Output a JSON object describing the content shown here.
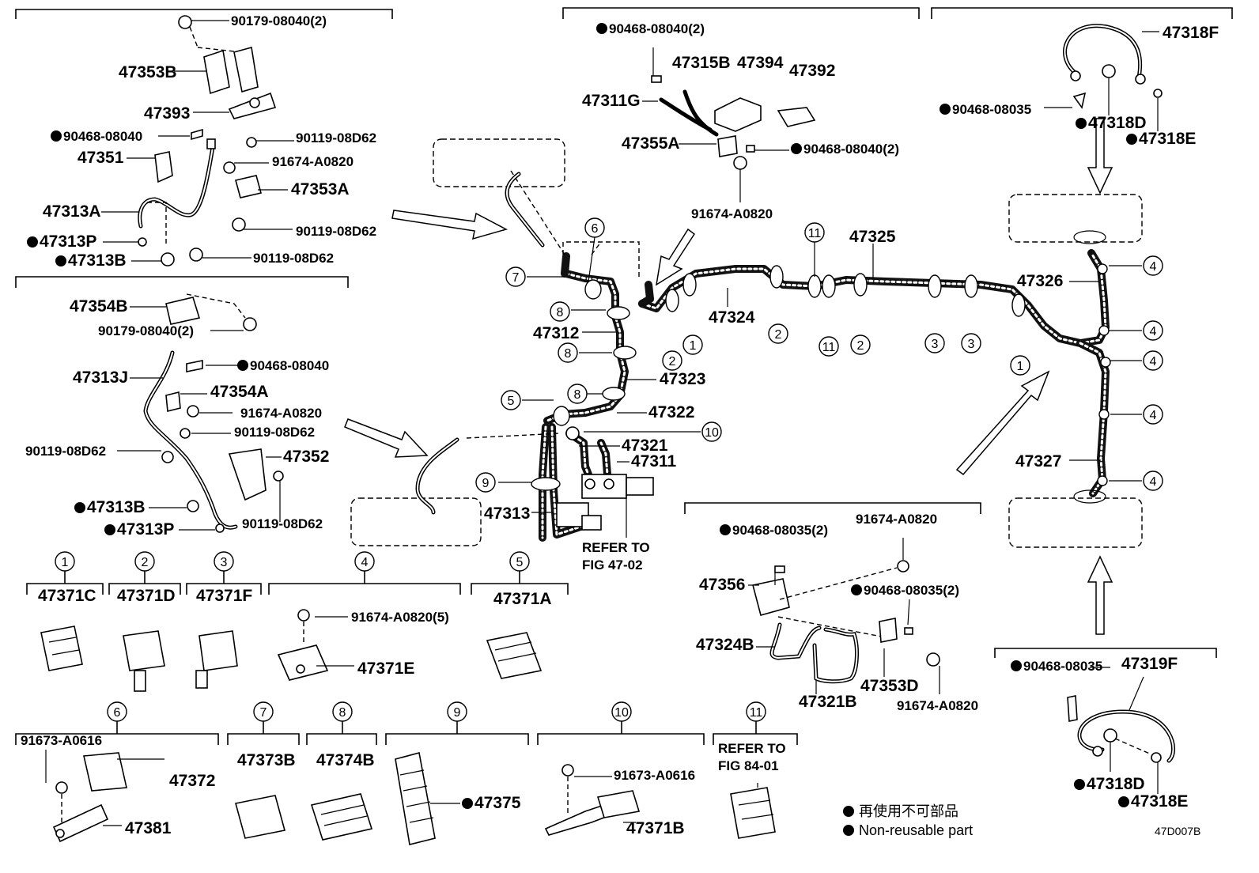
{
  "diagram_id": "47D007B",
  "legend": {
    "jp": "再使用不可部品",
    "en": "Non-reusable part"
  },
  "group_top_left": {
    "labels": [
      {
        "text": "90179-08040(2)",
        "dot": false
      },
      {
        "text": "47353B",
        "dot": false
      },
      {
        "text": "47393",
        "dot": false
      },
      {
        "text": "90468-08040",
        "dot": true
      },
      {
        "text": "90119-08D62",
        "dot": false
      },
      {
        "text": "47351",
        "dot": false
      },
      {
        "text": "91674-A0820",
        "dot": false
      },
      {
        "text": "47353A",
        "dot": false
      },
      {
        "text": "47313A",
        "dot": false
      },
      {
        "text": "90119-08D62",
        "dot": false
      },
      {
        "text": "47313P",
        "dot": true
      },
      {
        "text": "47313B",
        "dot": true
      },
      {
        "text": "90119-08D62",
        "dot": false
      }
    ]
  },
  "group_mid_left": {
    "labels": [
      {
        "text": "47354B",
        "dot": false
      },
      {
        "text": "90179-08040(2)",
        "dot": false
      },
      {
        "text": "47313J",
        "dot": false
      },
      {
        "text": "90468-08040",
        "dot": true
      },
      {
        "text": "47354A",
        "dot": false
      },
      {
        "text": "91674-A0820",
        "dot": false
      },
      {
        "text": "90119-08D62",
        "dot": false
      },
      {
        "text": "90119-08D62",
        "dot": false
      },
      {
        "text": "47352",
        "dot": false
      },
      {
        "text": "47313B",
        "dot": true
      },
      {
        "text": "90119-08D62",
        "dot": false
      },
      {
        "text": "47313P",
        "dot": true
      }
    ]
  },
  "group_top_center": {
    "labels": [
      {
        "text": "90468-08040(2)",
        "dot": true
      },
      {
        "text": "47315B",
        "dot": false
      },
      {
        "text": "47394",
        "dot": false
      },
      {
        "text": "47392",
        "dot": false
      },
      {
        "text": "47311G",
        "dot": false
      },
      {
        "text": "47355A",
        "dot": false
      },
      {
        "text": "90468-08040(2)",
        "dot": true
      },
      {
        "text": "91674-A0820",
        "dot": false
      }
    ]
  },
  "group_top_right": {
    "labels": [
      {
        "text": "47318F",
        "dot": false
      },
      {
        "text": "90468-08035",
        "dot": true
      },
      {
        "text": "47318D",
        "dot": true
      },
      {
        "text": "47318E",
        "dot": true
      }
    ]
  },
  "main_lines": {
    "labels": [
      {
        "text": "47325"
      },
      {
        "text": "47324"
      },
      {
        "text": "47326"
      },
      {
        "text": "47327"
      },
      {
        "text": "47312"
      },
      {
        "text": "47323"
      },
      {
        "text": "47322"
      },
      {
        "text": "47321"
      },
      {
        "text": "47311"
      },
      {
        "text": "47313"
      }
    ],
    "refer": [
      "REFER TO",
      "FIG 47-02"
    ]
  },
  "group_center_right": {
    "labels": [
      {
        "text": "90468-08035(2)",
        "dot": true
      },
      {
        "text": "91674-A0820",
        "dot": false
      },
      {
        "text": "47356",
        "dot": false
      },
      {
        "text": "90468-08035(2)",
        "dot": true
      },
      {
        "text": "47324B",
        "dot": false
      },
      {
        "text": "47353D",
        "dot": false
      },
      {
        "text": "47321B",
        "dot": false
      },
      {
        "text": "91674-A0820",
        "dot": false
      }
    ]
  },
  "group_bottom_right": {
    "labels": [
      {
        "text": "90468-08035",
        "dot": true
      },
      {
        "text": "47319F",
        "dot": false
      },
      {
        "text": "47318D",
        "dot": true
      },
      {
        "text": "47318E",
        "dot": true
      }
    ]
  },
  "clamp_groups": [
    {
      "num": "1",
      "label": "47371C"
    },
    {
      "num": "2",
      "label": "47371D"
    },
    {
      "num": "3",
      "label": "47371F"
    },
    {
      "num": "4",
      "labels": [
        "91674-A0820(5)",
        "47371E"
      ]
    },
    {
      "num": "5",
      "label": "47371A"
    },
    {
      "num": "6",
      "labels": [
        "91673-A0616",
        "47372",
        "47381"
      ]
    },
    {
      "num": "7",
      "label": "47373B"
    },
    {
      "num": "8",
      "label": "47374B"
    },
    {
      "num": "9",
      "label": "47375",
      "dot": true
    },
    {
      "num": "10",
      "labels": [
        "91673-A0616",
        "47371B"
      ]
    },
    {
      "num": "11",
      "refer": [
        "REFER TO",
        "FIG 84-01"
      ]
    }
  ],
  "callouts": [
    "1",
    "2",
    "3",
    "4",
    "5",
    "6",
    "7",
    "8",
    "9",
    "10",
    "11"
  ]
}
